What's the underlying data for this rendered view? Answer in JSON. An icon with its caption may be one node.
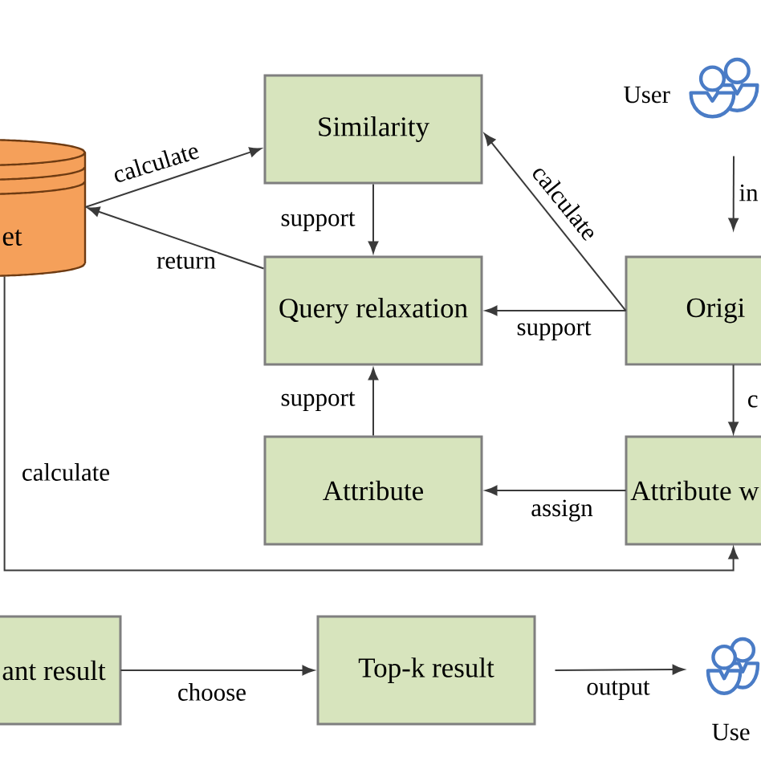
{
  "diagram": {
    "nodes": [
      {
        "text": [
          "et"
        ]
      },
      {
        "text": [
          "Similarity"
        ]
      },
      {
        "text": [],
        "shape": "person",
        "beside": [
          "User"
        ]
      },
      {
        "text": [
          "Query relaxation"
        ]
      },
      {
        "text": [
          "Origi"
        ]
      },
      {
        "text": [
          "Attribute"
        ]
      },
      {
        "text": [
          "Attribute w"
        ]
      },
      {
        "text": [
          "ant result"
        ]
      },
      {
        "text": [
          "Top-k result"
        ]
      },
      {
        "text": [],
        "shape": "person",
        "beside": [
          "Use"
        ]
      }
    ],
    "edges": [
      {
        "from": 0,
        "to": 1,
        "arrow": "to",
        "label": "calculate"
      },
      {
        "from": 1,
        "to": 3,
        "arrow": "to",
        "label": "support"
      },
      {
        "from": 3,
        "to": 0,
        "arrow": "to",
        "label": "return"
      },
      {
        "from": 4,
        "to": 1,
        "arrow": "to",
        "label": "calculate"
      },
      {
        "from": 4,
        "to": 3,
        "arrow": "to",
        "label": "support"
      },
      {
        "from": 2,
        "to": 4,
        "arrow": "to",
        "label": "in"
      },
      {
        "from": 5,
        "to": 3,
        "arrow": "to",
        "label": "support"
      },
      {
        "from": 4,
        "to": 6,
        "arrow": "to",
        "label": "c"
      },
      {
        "from": 6,
        "to": 5,
        "arrow": "to",
        "label": "assign"
      },
      {
        "from": 0,
        "to": 6,
        "arrow": "to",
        "label": "calculate"
      },
      {
        "from": 7,
        "to": 8,
        "arrow": "to",
        "label": "choose"
      },
      {
        "from": 8,
        "to": 9,
        "arrow": "to",
        "label": "output"
      }
    ]
  }
}
